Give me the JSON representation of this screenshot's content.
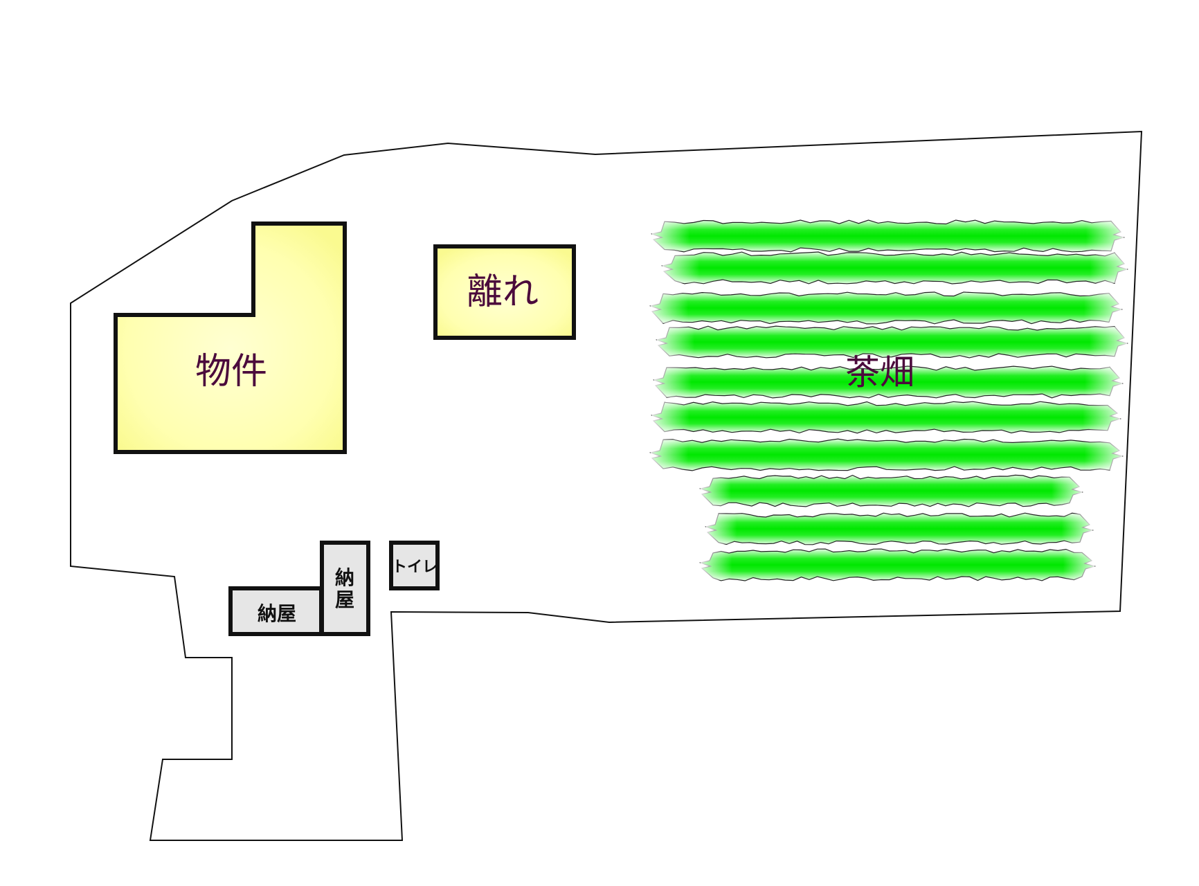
{
  "map": {
    "labels": {
      "main_house": "物件",
      "annex": "離れ",
      "tea_field": "茶畑",
      "storage_horizontal": "納屋",
      "storage_vertical_1": "納",
      "storage_vertical_2": "屋",
      "toilet": "トイレ"
    },
    "tea_rows_count": 10,
    "colors": {
      "building_fill": "#ffffa8",
      "building_fill_center": "#ffffc8",
      "outbuilding_fill": "#e6e6e6",
      "tea_green": "#00ee00",
      "label_purple": "#4b0a3c",
      "border": "#111111"
    }
  }
}
